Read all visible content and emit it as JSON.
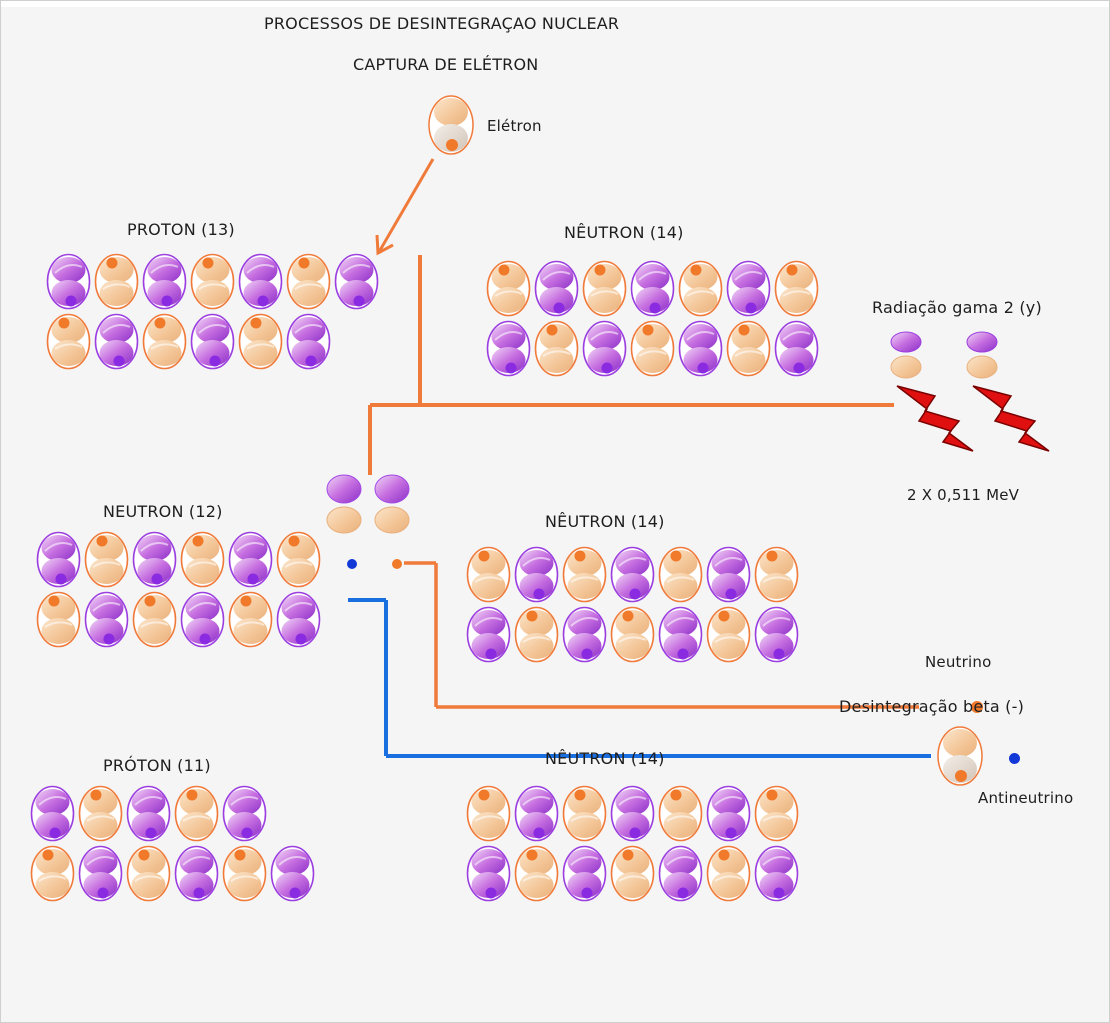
{
  "title": "PROCESSOS DE DESINTEGRAÇAO NUCLEAR",
  "subtitle": "CAPTURA DE ELÉTRON",
  "labels": {
    "electron": "Elétron",
    "proton_13": "PROTON (13)",
    "neutron_14_a": "NÊUTRON (14)",
    "gamma": "Radiação gama 2 (y)",
    "energy": "2  X 0,511 MeV",
    "neutron_12": "NEUTRON (12)",
    "neutron_14_b": "NÊUTRON (14)",
    "neutrino": "Neutrino",
    "proton_11": "PRÓTON (11)",
    "neutron_14_c": "NÊUTRON (14)",
    "beta_minus": "Desintegração beta (-)",
    "antineutrino": "Antineutrino"
  },
  "colors": {
    "proton_purple": "#8a2be2",
    "neutron_orange": "#f07a2a",
    "capture_line": "#f07a3a",
    "beta_line": "#1a6fe0",
    "gamma_red": "#e01010",
    "antineutrino_blue": "#1238d8"
  },
  "groups": [
    {
      "id": "proton-13-group",
      "rows": [
        [
          "p",
          "n",
          "p",
          "n",
          "p",
          "n",
          "p"
        ],
        [
          "n",
          "p",
          "n",
          "p",
          "n",
          "p"
        ]
      ]
    },
    {
      "id": "neutron-14-top-group",
      "rows": [
        [
          "n",
          "p",
          "n",
          "p",
          "n",
          "p",
          "n"
        ],
        [
          "p",
          "n",
          "p",
          "n",
          "p",
          "n",
          "p"
        ]
      ]
    },
    {
      "id": "neutron-12-group",
      "rows": [
        [
          "p",
          "n",
          "p",
          "n",
          "p",
          "n"
        ],
        [
          "n",
          "p",
          "n",
          "p",
          "n",
          "p"
        ]
      ]
    },
    {
      "id": "neutron-14-middle-group",
      "rows": [
        [
          "n",
          "p",
          "n",
          "p",
          "n",
          "p",
          "n"
        ],
        [
          "p",
          "n",
          "p",
          "n",
          "p",
          "n",
          "p"
        ]
      ]
    },
    {
      "id": "proton-11-group",
      "rows": [
        [
          "p",
          "n",
          "p",
          "n",
          "p"
        ],
        [
          "n",
          "p",
          "n",
          "p",
          "n",
          "p"
        ]
      ]
    },
    {
      "id": "neutron-14-bottom-group",
      "rows": [
        [
          "n",
          "p",
          "n",
          "p",
          "n",
          "p",
          "n"
        ],
        [
          "p",
          "n",
          "p",
          "n",
          "p",
          "n",
          "p"
        ]
      ]
    }
  ]
}
